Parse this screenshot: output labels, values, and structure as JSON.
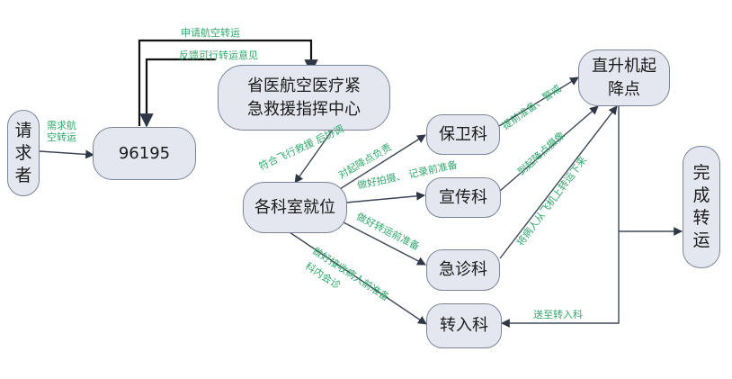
{
  "nodes": {
    "requester": "请\n求\n者",
    "hotline": "96195",
    "command_center": "省医航空医疗紧\n急救援指挥中心",
    "departments": "各科室就位",
    "security": "保卫科",
    "publicity": "宣传科",
    "emergency": "急诊科",
    "receiving": "转入科",
    "helipad": "直升机起\n降点",
    "complete": "完\n成\n转\n运"
  },
  "edges": {
    "request_need": "需求航\n空转运",
    "apply_transfer": "申请航空转运",
    "feedback": "反馈可行转运意见",
    "meets_criteria": "符合飞行救援\n后协调",
    "helipad_duty": "对起降点负责",
    "photo_record": "做好拍摄、\n记录前准备",
    "emergency_prep": "做好转运前准备",
    "receiving_prep": "做好接收病人前准备",
    "consult": "科内会诊",
    "pre_ready": "提前准备、警戒",
    "media": "到起降点摄像",
    "escort": "将病人从飞机上转运下来",
    "to_receiving": "送至转入科"
  },
  "colors": {
    "node_fill": "#e4e7ef",
    "node_border": "#7b8599",
    "arrow": "#3d4658",
    "label": "#2fa86b"
  }
}
